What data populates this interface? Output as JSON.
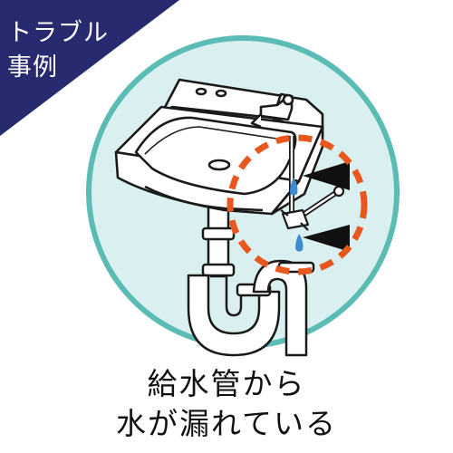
{
  "badge": {
    "line1": "トラブル",
    "line2": "事例",
    "color": "#272a6e"
  },
  "caption": {
    "line1": "給水管から",
    "line2": "水が漏れている"
  },
  "colors": {
    "circle_fill": "#daf0f0",
    "circle_stroke": "#5bbbb5",
    "highlight_ring": "#e8571d",
    "water": "#3d8bd1",
    "outline": "#1a1a1a",
    "arrow": "#111111"
  },
  "icons": [
    "sink-illustration",
    "drain-pipe-illustration",
    "water-drip-icon",
    "leak-arrow-icon"
  ]
}
